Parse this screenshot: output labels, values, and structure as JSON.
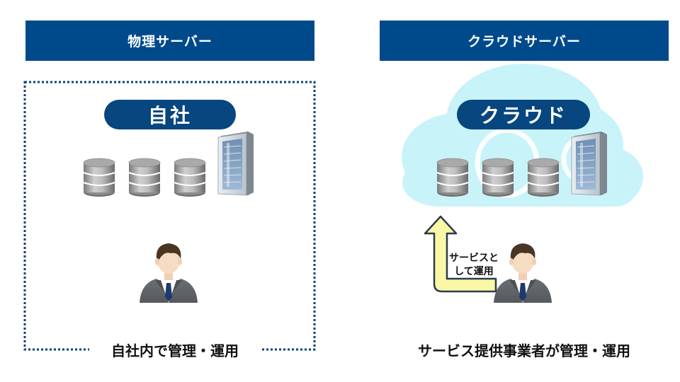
{
  "left_panel": {
    "header": "物理サーバー",
    "location_label": "自社",
    "caption": "自社内で管理・運用"
  },
  "right_panel": {
    "header": "クラウドサーバー",
    "location_label": "クラウド",
    "arrow_label_line1": "サービスと",
    "arrow_label_line2": "して運用",
    "caption": "サービス提供事業者が管理・運用"
  },
  "colors": {
    "header_navy": "#004a8c",
    "pill_navy": "#07467f",
    "dotted_border": "#0d3f7a",
    "cloud": "#c8f3f9",
    "arrow_fill": "#faf7a6",
    "arrow_stroke": "#2c3b4c"
  },
  "icons": [
    "database-icon",
    "server-rack-icon",
    "person-icon",
    "cloud-shape",
    "up-arrow-icon"
  ]
}
